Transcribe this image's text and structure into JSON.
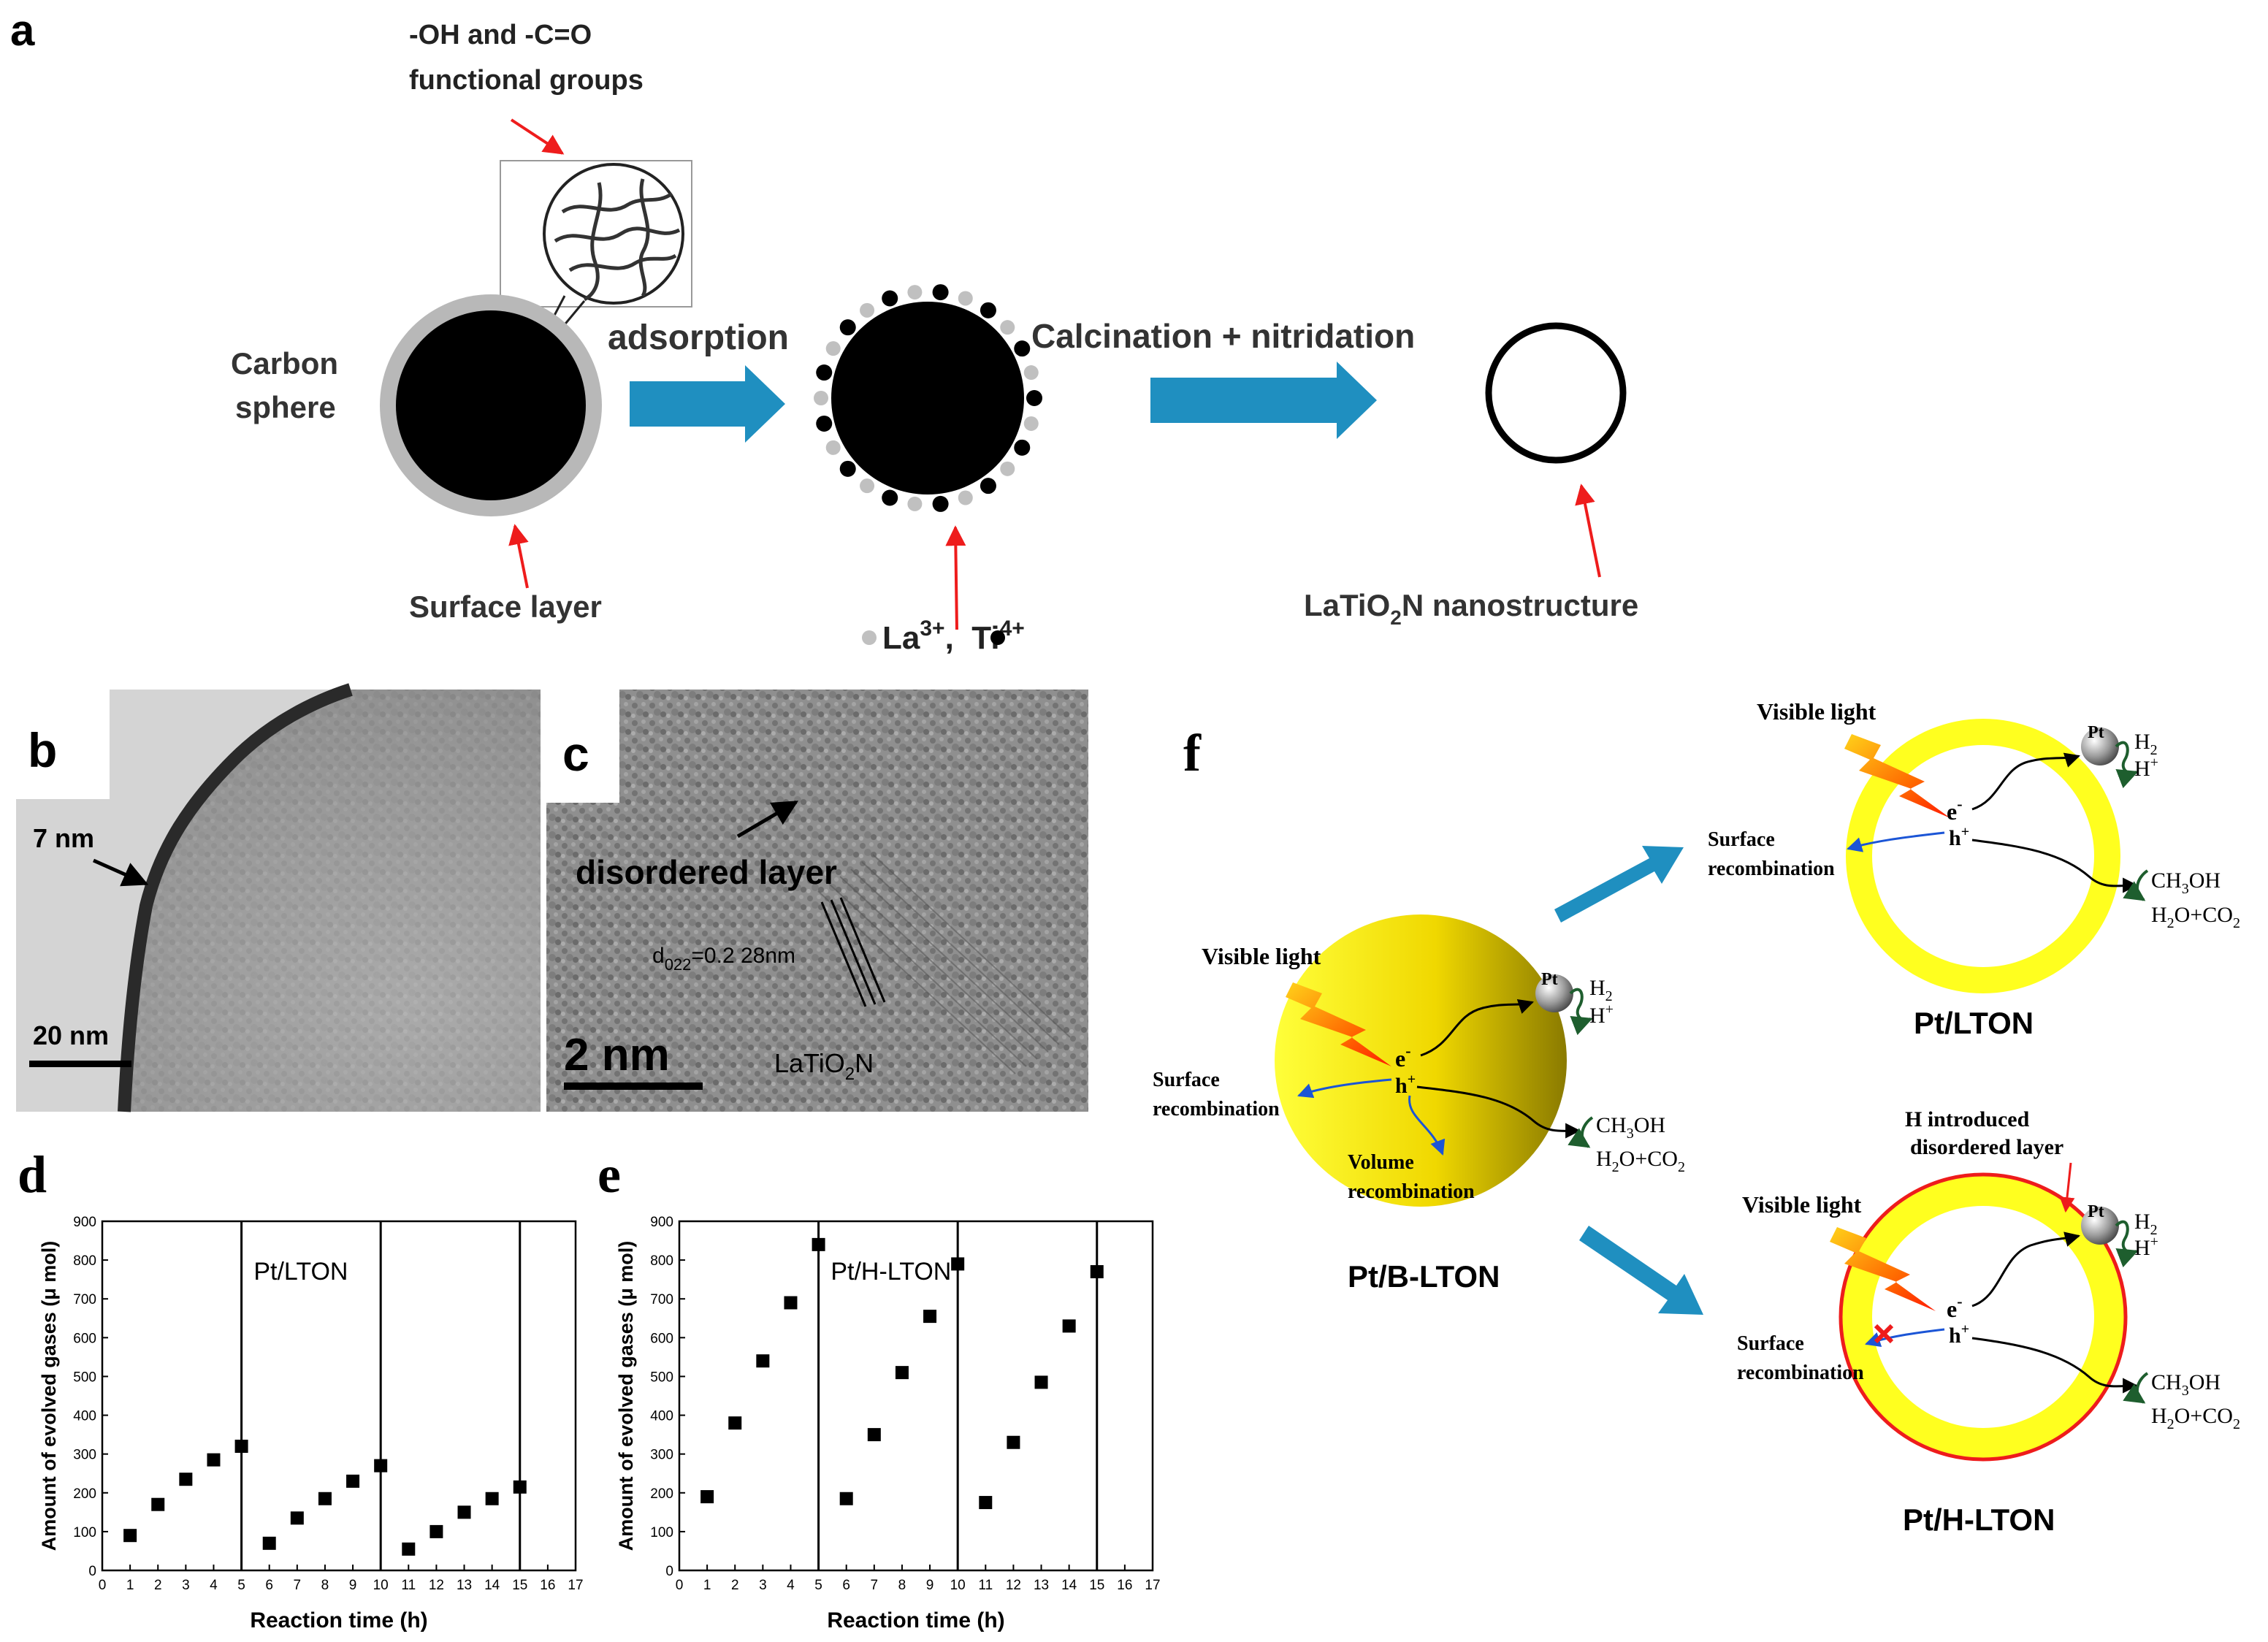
{
  "panel_letters": {
    "a": "a",
    "b": "b",
    "c": "c",
    "d": "d",
    "e": "e",
    "f": "f"
  },
  "panel_a": {
    "functional_groups_line1": "-OH and -C=O",
    "functional_groups_line2": "functional groups",
    "carbon_line1": "Carbon",
    "carbon_line2": "sphere",
    "surface_layer": "Surface layer",
    "step1": "adsorption",
    "step2": "Calcination + nitridation",
    "ions_la": "La",
    "ions_la_sup": "3+",
    "ions_sep": ", ",
    "ions_ti": "Ti",
    "ions_ti_sup": "4+",
    "product": "LaTiO",
    "product_sub": "2",
    "product_rest": "N nanostructure"
  },
  "panel_b": {
    "thickness": "7 nm",
    "scale": "20 nm"
  },
  "panel_c": {
    "label": "disordered layer",
    "d_prefix": "d",
    "d_sub": "022",
    "d_value": "=0.2 28nm",
    "scale": "2 nm",
    "material": "LaTiO",
    "material_sub": "2",
    "material_rest": "N"
  },
  "chart_data": [
    {
      "type": "scatter",
      "panel": "d",
      "title": "Pt/LTON",
      "xlabel": "Reaction time (h)",
      "ylabel": "Amount of evolved gases (μ mol)",
      "xlim": [
        0,
        17
      ],
      "ylim": [
        0,
        900
      ],
      "xticks": [
        0,
        1,
        2,
        3,
        4,
        5,
        6,
        7,
        8,
        9,
        10,
        11,
        12,
        13,
        14,
        15,
        16,
        17
      ],
      "yticks": [
        0,
        100,
        200,
        300,
        400,
        500,
        600,
        700,
        800,
        900
      ],
      "cycle_lines": [
        5,
        10,
        15
      ],
      "x": [
        1,
        2,
        3,
        4,
        5,
        6,
        7,
        8,
        9,
        10,
        11,
        12,
        13,
        14,
        15
      ],
      "y": [
        90,
        170,
        235,
        285,
        320,
        70,
        135,
        185,
        230,
        270,
        55,
        100,
        150,
        185,
        215
      ]
    },
    {
      "type": "scatter",
      "panel": "e",
      "title": "Pt/H-LTON",
      "xlabel": "Reaction time (h)",
      "ylabel": "Amount of evolved gases (μ mol)",
      "xlim": [
        0,
        17
      ],
      "ylim": [
        0,
        900
      ],
      "xticks": [
        0,
        1,
        2,
        3,
        4,
        5,
        6,
        7,
        8,
        9,
        10,
        11,
        12,
        13,
        14,
        15,
        16,
        17
      ],
      "yticks": [
        0,
        100,
        200,
        300,
        400,
        500,
        600,
        700,
        800,
        900
      ],
      "cycle_lines": [
        5,
        10,
        15
      ],
      "x": [
        1,
        2,
        3,
        4,
        5,
        6,
        7,
        8,
        9,
        10,
        11,
        12,
        13,
        14,
        15
      ],
      "y": [
        190,
        380,
        540,
        690,
        840,
        185,
        350,
        510,
        655,
        790,
        175,
        330,
        485,
        630,
        770
      ]
    }
  ],
  "panel_f": {
    "visible_light": "Visible light",
    "pt": "Pt",
    "h2": "H",
    "h2_sub": "2",
    "hplus": "H",
    "hplus_sup": "+",
    "electron": "e",
    "electron_sup": "-",
    "hole": "h",
    "hole_sup": "+",
    "surface_recomb_1": "Surface",
    "surface_recomb_2": "recombination",
    "volume_recomb_1": "Volume",
    "volume_recomb_2": "recombination",
    "ch3oh_a": "CH",
    "ch3oh_sub": "3",
    "ch3oh_b": "OH",
    "h2o_a": "H",
    "h2o_sub": "2",
    "h2o_b": "O+CO",
    "co2_sub": "2",
    "label_b": "Pt/B-LTON",
    "label_top": "Pt/LTON",
    "label_bottom": "Pt/H-LTON",
    "h_layer_1": "H introduced",
    "h_layer_2": "disordered layer"
  },
  "colors": {
    "arrow_blue": "#1f8fc0",
    "annotation_red": "#ee1c1c",
    "ring_yellow": "#ffff1f",
    "sphere_yellow": "#f3d800",
    "dark_green": "#1e5e2e"
  }
}
